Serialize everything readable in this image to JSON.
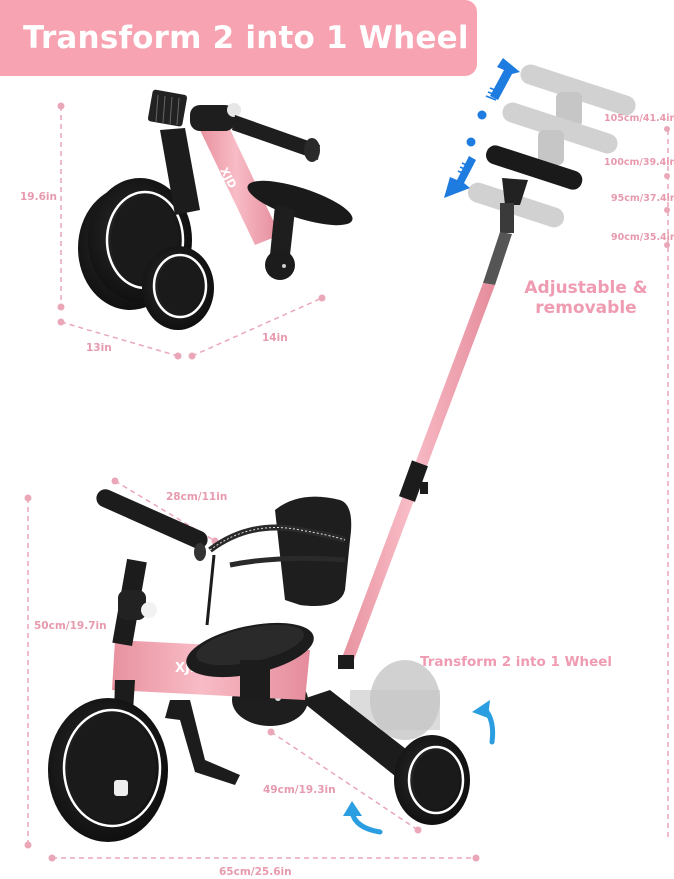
{
  "banner": {
    "title": "Transform 2 into 1 Wheel"
  },
  "colors": {
    "banner_bg": "#f7a3b1",
    "accent_pink": "#ef9bb1",
    "dimension_pink": "#e79aae",
    "frame_pink": "#f0a0b0",
    "arrow_blue": "#1e7be0",
    "rotate_arrow_blue": "#2a9ee0",
    "black": "#1a1a1a"
  },
  "folded_view": {
    "height_label": "19.6in",
    "depth_label": "13in",
    "width_label": "14in",
    "brand_mark": "XJD"
  },
  "push_handle": {
    "heights": [
      {
        "label": "105cm/41.4in"
      },
      {
        "label": "100cm/39.4in"
      },
      {
        "label": "95cm/37.4in"
      },
      {
        "label": "90cm/35.4in"
      }
    ],
    "feature_label_line1": "Adjustable &",
    "feature_label_line2": "removable",
    "icons": [
      "arrow-up-icon",
      "arrow-down-icon"
    ]
  },
  "assembled_view": {
    "seat_to_handlebar_label": "28cm/11in",
    "height_label": "50cm/19.7in",
    "rear_axle_label": "49cm/19.3in",
    "total_length_label": "65cm/25.6in",
    "transform_label": "Transform 2 into 1 Wheel",
    "brand_mark": "XJD"
  }
}
